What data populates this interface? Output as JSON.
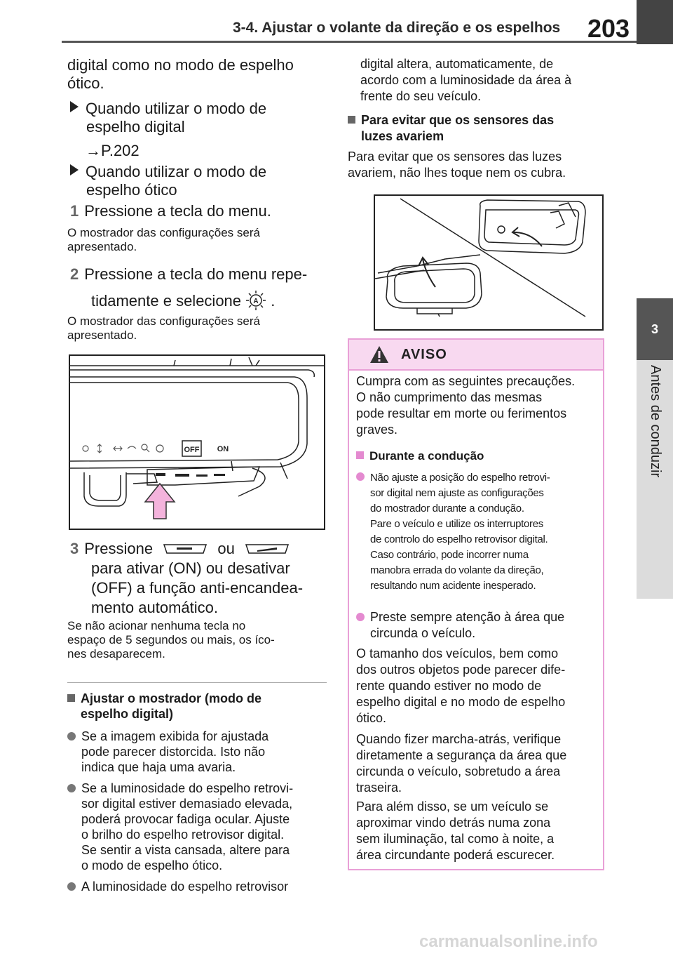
{
  "header": {
    "title": "3-4. Ajustar o volante da direção e os espelhos",
    "page_number": "203"
  },
  "side_tab": {
    "chapter": "3",
    "label": "Antes de conduzir"
  },
  "left": {
    "intro": [
      "digital como no modo de espelho",
      "ótico."
    ],
    "bullet1": [
      "Quando utilizar o modo de",
      "espelho digital"
    ],
    "ref": "→P.202",
    "bullet2": [
      "Quando utilizar o modo de",
      "espelho ótico"
    ],
    "step1": {
      "num": "1",
      "text": "Pressione a tecla do menu."
    },
    "step1_note": [
      "O mostrador das configurações será",
      "apresentado."
    ],
    "step2": {
      "num": "2",
      "line1": "Pressione a tecla do menu repe-",
      "line2": "tidamente e selecione",
      "end": "."
    },
    "step2_note": [
      "O mostrador das configurações será",
      "apresentado."
    ],
    "figure1": {
      "off_label": "OFF",
      "on_label": "ON"
    },
    "step3": {
      "num": "3",
      "lead": "Pressione",
      "or": "ou",
      "lines": [
        "para ativar (ON) ou desativar",
        "(OFF) a função anti-encandea-",
        "mento automático."
      ]
    },
    "step3_note": [
      "Se não acionar nenhuma tecla no",
      "espaço de 5 segundos ou mais, os íco-",
      "nes desaparecem."
    ],
    "section": {
      "title": [
        "Ajustar o mostrador (modo de",
        "espelho digital)"
      ]
    },
    "bullets": [
      [
        "Se a imagem exibida for ajustada",
        "pode parecer distorcida. Isto não",
        "indica que haja uma avaria."
      ],
      [
        "Se a luminosidade do espelho retrovi-",
        "sor digital estiver demasiado elevada,",
        "poderá provocar fadiga ocular. Ajuste",
        "o brilho do espelho retrovisor digital.",
        "Se sentir a vista cansada, altere para",
        "o modo de espelho ótico."
      ],
      [
        "A luminosidade do espelho retrovisor"
      ]
    ]
  },
  "right": {
    "cont": [
      "digital altera, automaticamente, de",
      "acordo com a luminosidade da área à",
      "frente do seu veículo."
    ],
    "section": {
      "title": [
        "Para evitar que os sensores das",
        "luzes avariem"
      ]
    },
    "para": [
      "Para evitar que os sensores das luzes",
      "avariem, não lhes toque nem os cubra."
    ],
    "warning": {
      "title": "AVISO",
      "intro": [
        "Cumpra com as seguintes precauções.",
        "O não cumprimento das mesmas",
        "pode resultar em morte ou ferimentos",
        "graves."
      ],
      "sub": "Durante a condução",
      "b1": [
        "Não ajuste a posição do espelho retrovi-",
        "sor digital nem ajuste as configurações",
        "do mostrador durante a condução.",
        "Pare o veículo e utilize os interruptores",
        "de controlo do espelho retrovisor digital.",
        "Caso contrário, pode incorrer numa",
        "manobra errada do volante da direção,",
        "resultando num acidente inesperado."
      ],
      "b2": [
        "Preste sempre atenção à área que",
        "circunda o veículo."
      ],
      "p1": [
        "O tamanho dos veículos, bem como",
        "dos outros objetos pode parecer dife-",
        "rente quando estiver no modo de",
        "espelho digital e no modo de espelho",
        "ótico."
      ],
      "p2": [
        "Quando fizer marcha-atrás, verifique",
        "diretamente a segurança da área que",
        "circunda o veículo, sobretudo a área",
        "traseira."
      ],
      "p3": [
        "Para além disso, se um veículo se",
        "aproximar vindo detrás numa zona",
        "sem iluminação, tal como à noite, a",
        "área circundante poderá escurecer."
      ]
    }
  },
  "footer": {
    "watermark": "carmanualsonline.info"
  }
}
